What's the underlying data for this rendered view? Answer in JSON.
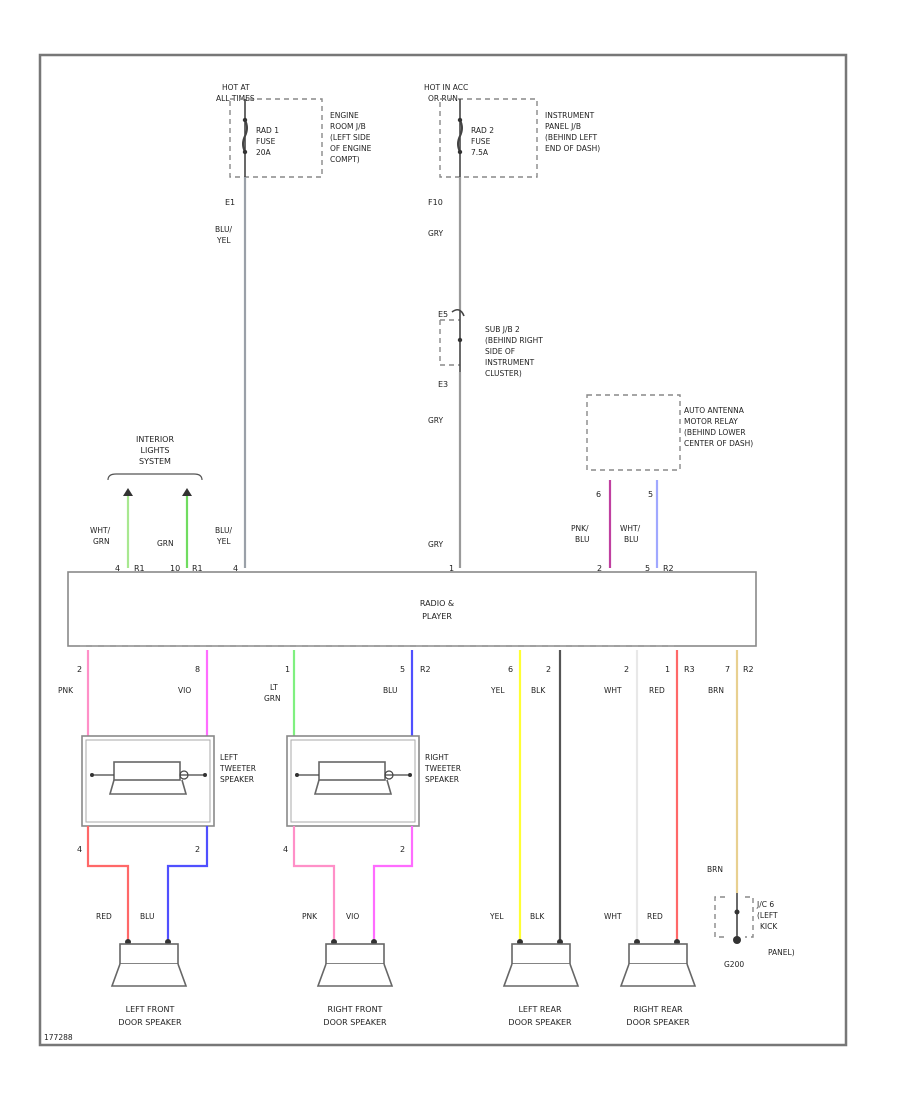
{
  "colors": {
    "black": "#444444",
    "blu_yel": "#9aa0a8",
    "gry": "#9a9a9a",
    "pnk_blu": "#c040a0",
    "wht_blu": "#a0a8ff",
    "wht_grn": "#a8e890",
    "grn": "#70dc60",
    "pnk": "#ff90c8",
    "vio": "#ff6cff",
    "lt_grn": "#80f080",
    "blu": "#5050ff",
    "yel": "#ffff33",
    "blk": "#555555",
    "wht": "#e8e8e8",
    "red": "#ff6868",
    "brn": "#e8d090"
  },
  "fuse1": {
    "hot_label": [
      "HOT AT",
      "ALL TIMES"
    ],
    "fuse_label": [
      "RAD 1",
      "FUSE",
      "20A"
    ],
    "location": [
      "ENGINE",
      "ROOM J/B",
      "(LEFT SIDE",
      "OF ENGINE",
      "COMPT)"
    ],
    "pin": "E1",
    "wire_color": [
      "BLU/",
      "YEL"
    ]
  },
  "fuse2": {
    "hot_label": [
      "HOT IN ACC",
      "OR RUN"
    ],
    "fuse_label": [
      "RAD 2",
      "FUSE",
      "7.5A"
    ],
    "location": [
      "INSTRUMENT",
      "PANEL J/B",
      "(BEHIND LEFT",
      "END OF DASH)"
    ],
    "pin": "F10",
    "wire_color": "GRY"
  },
  "subjb": {
    "pin_top": "E5",
    "location": [
      "SUB J/B 2",
      "(BEHIND RIGHT",
      "SIDE OF",
      "INSTRUMENT",
      "CLUSTER)"
    ],
    "pin_bottom": "E3",
    "wire_color": "GRY"
  },
  "antenna": {
    "location": [
      "AUTO ANTENNA",
      "MOTOR RELAY",
      "(BEHIND LOWER",
      "CENTER OF DASH)"
    ],
    "pin_left": "6",
    "pin_right": "5",
    "wire_left": [
      "PNK/",
      "BLU"
    ],
    "wire_right": [
      "WHT/",
      "BLU"
    ]
  },
  "interior": {
    "label": [
      "INTERIOR",
      "LIGHTS",
      "SYSTEM"
    ],
    "wire_left": [
      "WHT/",
      "GRN"
    ],
    "wire_right": "GRN"
  },
  "radio": {
    "label": [
      "RADIO &",
      "PLAYER"
    ],
    "top_pins": [
      "4",
      "R1",
      "10",
      "R1",
      "4",
      "1",
      "2",
      "5",
      "R2"
    ]
  },
  "outputs": [
    {
      "pin": "2",
      "color": "PNK"
    },
    {
      "pin": "8",
      "color": "VIO"
    },
    {
      "pin": "1",
      "color": [
        "LT",
        "GRN"
      ]
    },
    {
      "pin": "5",
      "color": "BLU"
    },
    {
      "pin": "6",
      "color": "YEL"
    },
    {
      "pin": "2",
      "color": "BLK"
    },
    {
      "pin": "2",
      "color": "WHT"
    },
    {
      "pin": "1",
      "color": "RED"
    },
    {
      "pin": "7",
      "color": "BRN"
    }
  ],
  "connector_refs": [
    "R2",
    "R3",
    "R2"
  ],
  "tweeters": {
    "left_label": [
      "LEFT",
      "TWEETER",
      "SPEAKER"
    ],
    "right_label": [
      "RIGHT",
      "TWEETER",
      "SPEAKER"
    ],
    "left_pins": [
      "4",
      "2"
    ],
    "right_pins": [
      "4",
      "2"
    ]
  },
  "speakers": [
    {
      "label": [
        "LEFT FRONT",
        "DOOR SPEAKER"
      ],
      "wires": [
        "RED",
        "BLU"
      ]
    },
    {
      "label": [
        "RIGHT FRONT",
        "DOOR SPEAKER"
      ],
      "wires": [
        "PNK",
        "VIO"
      ]
    },
    {
      "label": [
        "LEFT REAR",
        "DOOR SPEAKER"
      ],
      "wires": [
        "YEL",
        "BLK"
      ]
    },
    {
      "label": [
        "RIGHT REAR",
        "DOOR SPEAKER"
      ],
      "wires": [
        "WHT",
        "RED"
      ]
    }
  ],
  "ground": {
    "wire_color": "BRN",
    "label": [
      "J/C 6",
      "(LEFT",
      "KICK",
      "PANEL)"
    ],
    "ground_id": "G200"
  },
  "figure_id": "177288"
}
